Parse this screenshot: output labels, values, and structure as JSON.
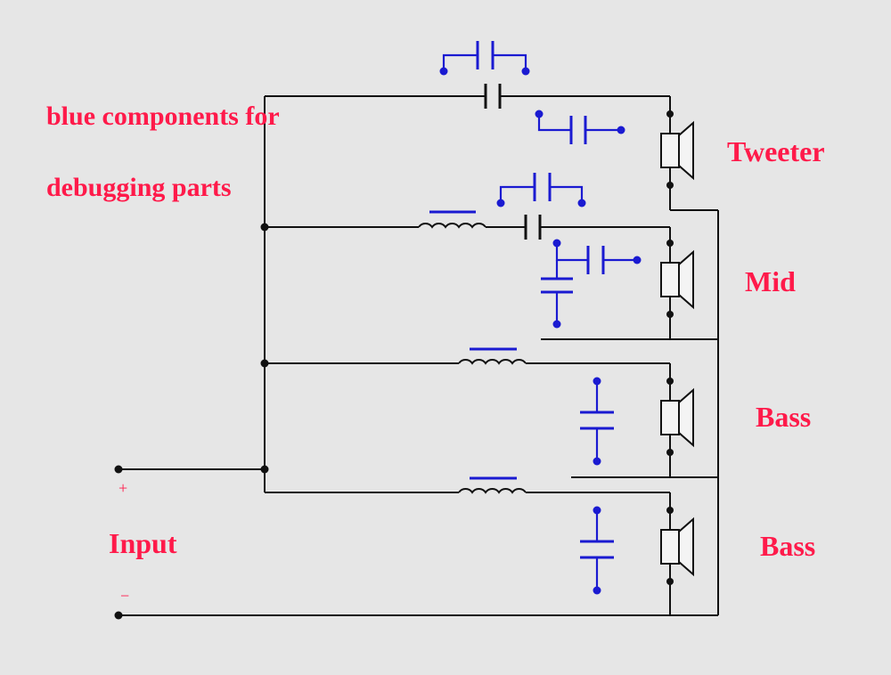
{
  "note": {
    "line1": "blue components for",
    "line2": "debugging parts"
  },
  "drivers": {
    "tweeter": "Tweeter",
    "mid": "Mid",
    "bass1": "Bass",
    "bass2": "Bass"
  },
  "input": {
    "label": "Input",
    "plus": "+",
    "minus": "−"
  },
  "colors": {
    "background": "#e6e6e6",
    "wire": "#111111",
    "debug_components": "#1a1ad1",
    "labels": "#ff1a4a"
  }
}
